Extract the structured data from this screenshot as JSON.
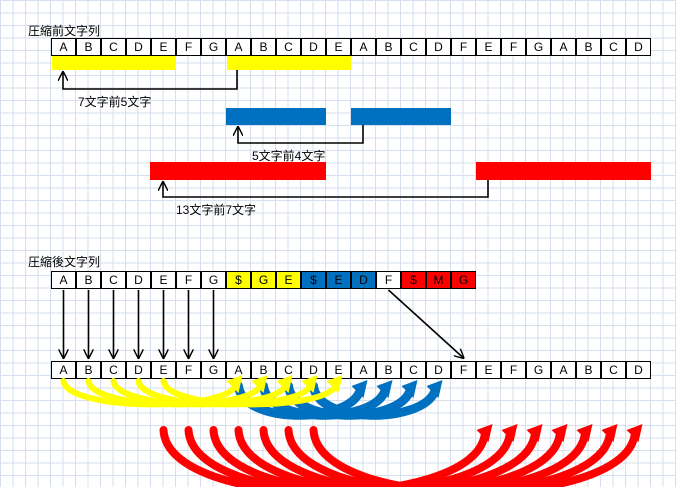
{
  "original": {
    "title": "圧縮前文字列",
    "chars": [
      "A",
      "B",
      "C",
      "D",
      "E",
      "F",
      "G",
      "A",
      "B",
      "C",
      "D",
      "E",
      "A",
      "B",
      "C",
      "D",
      "F",
      "E",
      "F",
      "G",
      "A",
      "B",
      "C",
      "D"
    ]
  },
  "references": [
    {
      "label": "7文字前5文字",
      "color": "#ffff00"
    },
    {
      "label": "5文字前4文字",
      "color": "#0070c0"
    },
    {
      "label": "13文字前7文字",
      "color": "#ff0000"
    }
  ],
  "compressed": {
    "title": "圧縮後文字列",
    "cells": [
      {
        "text": "A",
        "bg": "#ffffff",
        "fg": "#000000"
      },
      {
        "text": "B",
        "bg": "#ffffff",
        "fg": "#000000"
      },
      {
        "text": "C",
        "bg": "#ffffff",
        "fg": "#000000"
      },
      {
        "text": "D",
        "bg": "#ffffff",
        "fg": "#000000"
      },
      {
        "text": "E",
        "bg": "#ffffff",
        "fg": "#000000"
      },
      {
        "text": "F",
        "bg": "#ffffff",
        "fg": "#000000"
      },
      {
        "text": "G",
        "bg": "#ffffff",
        "fg": "#000000"
      },
      {
        "text": "$",
        "bg": "#ffff00",
        "fg": "#000000"
      },
      {
        "text": "G",
        "bg": "#ffff00",
        "fg": "#000000"
      },
      {
        "text": "E",
        "bg": "#ffff00",
        "fg": "#000000"
      },
      {
        "text": "$",
        "bg": "#0070c0",
        "fg": "#000000"
      },
      {
        "text": "E",
        "bg": "#0070c0",
        "fg": "#000000"
      },
      {
        "text": "D",
        "bg": "#0070c0",
        "fg": "#000000"
      },
      {
        "text": "F",
        "bg": "#ffffff",
        "fg": "#000000"
      },
      {
        "text": "$",
        "bg": "#ff0000",
        "fg": "#000000"
      },
      {
        "text": "M",
        "bg": "#ff0000",
        "fg": "#000000"
      },
      {
        "text": "G",
        "bg": "#ff0000",
        "fg": "#000000"
      }
    ]
  },
  "decoded": {
    "chars": [
      "A",
      "B",
      "C",
      "D",
      "E",
      "F",
      "G",
      "A",
      "B",
      "C",
      "D",
      "E",
      "A",
      "B",
      "C",
      "D",
      "F",
      "E",
      "F",
      "G",
      "A",
      "B",
      "C",
      "D"
    ]
  },
  "colors": {
    "yellow": "#ffff00",
    "blue": "#0070c0",
    "red": "#ff0000"
  }
}
